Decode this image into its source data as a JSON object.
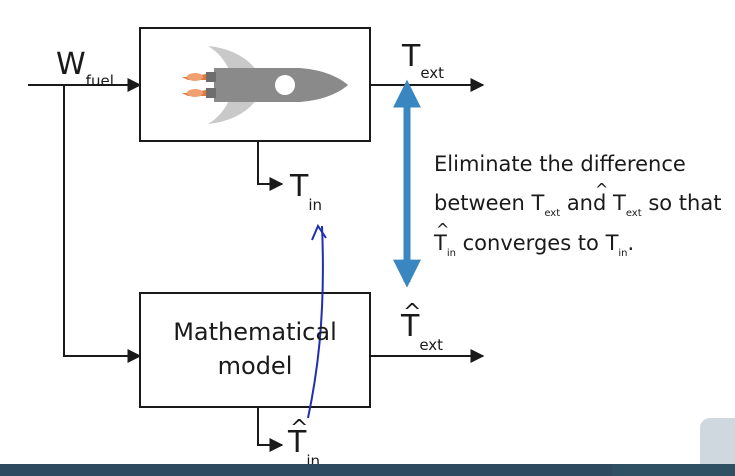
{
  "diagram": {
    "input": {
      "label": "W",
      "subscript": "fuel"
    },
    "output_actual": {
      "label": "T",
      "subscript": "ext"
    },
    "internal_actual": {
      "label": "T",
      "subscript": "in"
    },
    "model_box": {
      "line1": "Mathematical",
      "line2": "model"
    },
    "output_estimated": {
      "label": "T",
      "hat": "^",
      "subscript": "ext"
    },
    "internal_estimated": {
      "label": "T",
      "hat": "^",
      "subscript": "in"
    },
    "note": {
      "line1": "Eliminate the difference",
      "line2_a": "between T",
      "line2_sub1": "ext",
      "line2_b": " and T",
      "line2_sub2": "ext",
      "line2_c": " so that",
      "line3_a": "T",
      "line3_sub1": "in",
      "line3_b": " converges to T",
      "line3_sub2": "in",
      "line3_c": "."
    },
    "colors": {
      "line": "#1a1a1a",
      "double_arrow": "#3a86c0",
      "handwritten": "#1f2fb0",
      "rocket_body": "#8a8a8a",
      "rocket_flame": "#e07a3a"
    },
    "icons": [
      "rocket-icon"
    ]
  }
}
